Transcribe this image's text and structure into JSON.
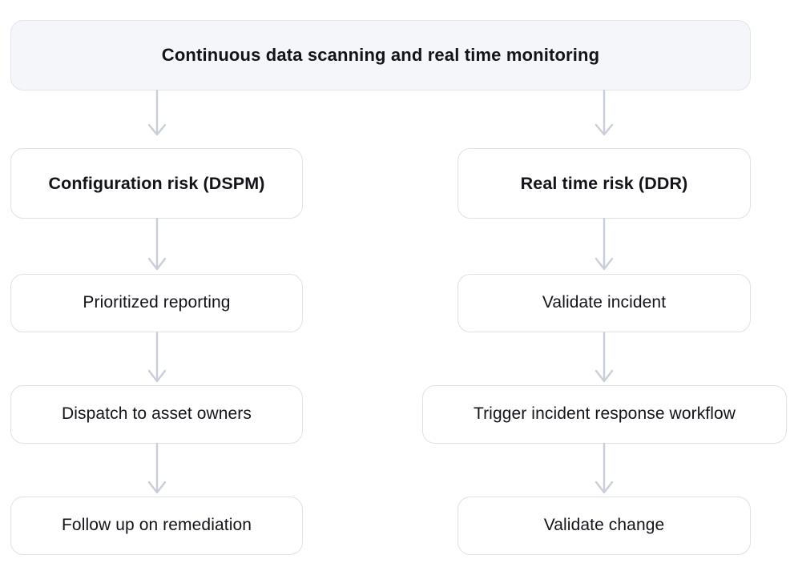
{
  "diagram": {
    "title": "Continuous data scanning and real time monitoring",
    "background_color": "#ffffff",
    "header": {
      "label": "Continuous data scanning and real time monitoring",
      "fill_color": "#f4f6fa",
      "border_color": "#e2e5ec",
      "text_color": "#12141a"
    },
    "node_style": {
      "fill_color": "#ffffff",
      "border_color": "#dfe1e8",
      "text_color": "#12141a"
    },
    "arrow_color": "#c9ced9",
    "branches": [
      {
        "name": "configuration-risk",
        "head": "Configuration risk (DSPM)",
        "steps": [
          "Prioritized reporting",
          "Dispatch to asset owners",
          "Follow up on remediation"
        ]
      },
      {
        "name": "real-time-risk",
        "head": "Real time risk (DDR)",
        "steps": [
          "Validate incident",
          "Trigger incident response workflow",
          "Validate change"
        ]
      }
    ]
  }
}
